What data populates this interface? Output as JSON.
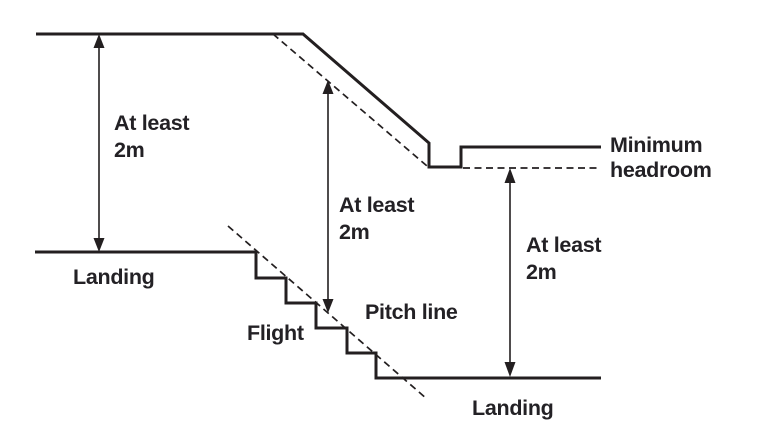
{
  "canvas": {
    "background": "#ffffff",
    "ink": "#231f20"
  },
  "diagram": {
    "dimension_labels": {
      "upper": {
        "line1": "At least",
        "line2": "2m"
      },
      "middle": {
        "line1": "At least",
        "line2": "2m"
      },
      "lower": {
        "line1": "At least",
        "line2": "2m"
      }
    },
    "labels": {
      "upper_landing": "Landing",
      "flight": "Flight",
      "pitch_line": "Pitch line",
      "lower_landing": "Landing",
      "minimum_headroom_line1": "Minimum",
      "minimum_headroom_line2": "headroom"
    }
  }
}
